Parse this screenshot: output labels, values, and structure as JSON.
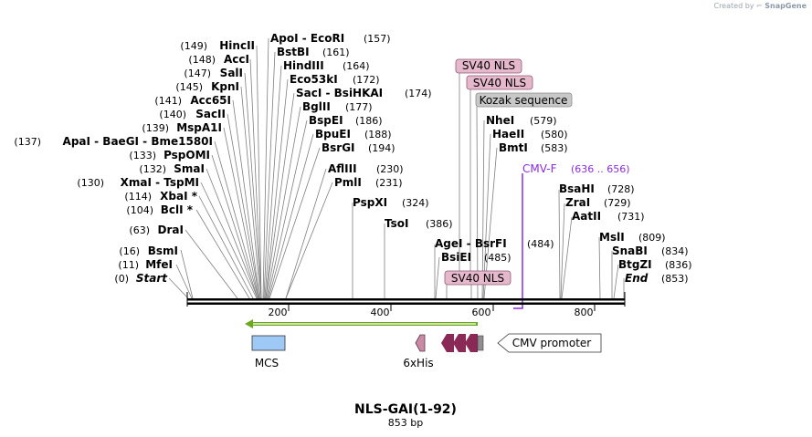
{
  "credit": {
    "prefix": "Created by",
    "brand": "SnapGene",
    "icon": "snapgene-logo-icon"
  },
  "title": "NLS-GAI(1-92)",
  "subtitle": "853 bp",
  "ruler": {
    "ticks": [
      "200",
      "400",
      "600",
      "800"
    ]
  },
  "sites": [
    {
      "name": "HincII",
      "pos": "(149)",
      "side": "L"
    },
    {
      "name": "AccI",
      "pos": "(148)",
      "side": "L"
    },
    {
      "name": "SalI",
      "pos": "(147)",
      "side": "L"
    },
    {
      "name": "KpnI",
      "pos": "(145)",
      "side": "L"
    },
    {
      "name": "Acc65I",
      "pos": "(141)",
      "side": "L"
    },
    {
      "name": "SacII",
      "pos": "(140)",
      "side": "L"
    },
    {
      "name": "MspA1I",
      "pos": "(139)",
      "side": "L"
    },
    {
      "name": "ApaI - BaeGI - Bme1580I",
      "pos": "(137)",
      "side": "L"
    },
    {
      "name": "PspOMI",
      "pos": "(133)",
      "side": "L"
    },
    {
      "name": "SmaI",
      "pos": "(132)",
      "side": "L"
    },
    {
      "name": "XmaI - TspMI",
      "pos": "(130)",
      "side": "L"
    },
    {
      "name": "XbaI *",
      "pos": "(114)",
      "side": "L"
    },
    {
      "name": "BclI *",
      "pos": "(104)",
      "side": "L"
    },
    {
      "name": "DraI",
      "pos": "(63)",
      "side": "L"
    },
    {
      "name": "BsmI",
      "pos": "(16)",
      "side": "L"
    },
    {
      "name": "MfeI",
      "pos": "(11)",
      "side": "L"
    },
    {
      "name": "Start",
      "pos": "(0)",
      "side": "L",
      "italic": true
    },
    {
      "name": "ApoI - EcoRI",
      "pos": "(157)",
      "side": "R"
    },
    {
      "name": "BstBI",
      "pos": "(161)",
      "side": "R"
    },
    {
      "name": "HindIII",
      "pos": "(164)",
      "side": "R"
    },
    {
      "name": "Eco53kI",
      "pos": "(172)",
      "side": "R"
    },
    {
      "name": "SacI - BsiHKAI",
      "pos": "(174)",
      "side": "R"
    },
    {
      "name": "BglII",
      "pos": "(177)",
      "side": "R"
    },
    {
      "name": "BspEI",
      "pos": "(186)",
      "side": "R"
    },
    {
      "name": "BpuEI",
      "pos": "(188)",
      "side": "R"
    },
    {
      "name": "BsrGI",
      "pos": "(194)",
      "side": "R"
    },
    {
      "name": "AflIII",
      "pos": "(230)",
      "side": "R"
    },
    {
      "name": "PmlI",
      "pos": "(231)",
      "side": "R"
    },
    {
      "name": "PspXI",
      "pos": "(324)",
      "side": "R"
    },
    {
      "name": "TsoI",
      "pos": "(386)",
      "side": "R"
    },
    {
      "name": "AgeI - BsrFI",
      "pos": "(484)",
      "side": "R"
    },
    {
      "name": "BsiEI",
      "pos": "(485)",
      "side": "R"
    },
    {
      "name": "NheI",
      "pos": "(579)",
      "side": "R"
    },
    {
      "name": "HaeII",
      "pos": "(580)",
      "side": "R"
    },
    {
      "name": "BmtI",
      "pos": "(583)",
      "side": "R"
    },
    {
      "name": "BsaHI",
      "pos": "(728)",
      "side": "R"
    },
    {
      "name": "ZraI",
      "pos": "(729)",
      "side": "R"
    },
    {
      "name": "AatII",
      "pos": "(731)",
      "side": "R"
    },
    {
      "name": "MslI",
      "pos": "(809)",
      "side": "R"
    },
    {
      "name": "SnaBI",
      "pos": "(834)",
      "side": "R"
    },
    {
      "name": "BtgZI",
      "pos": "(836)",
      "side": "R"
    },
    {
      "name": "End",
      "pos": "(853)",
      "side": "R",
      "italic": true
    }
  ],
  "boxed_labels": [
    {
      "text": "SV40 NLS",
      "color": "#e6b8cc"
    },
    {
      "text": "SV40 NLS",
      "color": "#e6b8cc"
    },
    {
      "text": "Kozak sequence",
      "color": "#c8c8c8"
    },
    {
      "text": "SV40 NLS",
      "color": "#e6b8cc"
    }
  ],
  "primer": {
    "name": "CMV-F",
    "range": "(636 .. 656)",
    "color": "#8a2be2"
  },
  "features": {
    "mcs": {
      "label": "MCS",
      "color": "#9ec9f5"
    },
    "his": {
      "label": "6xHis",
      "color": "#c98aa6"
    },
    "cmv": {
      "label": "CMV promoter"
    },
    "nls_color": "#8a2856",
    "orf_color": "#6ba820"
  }
}
